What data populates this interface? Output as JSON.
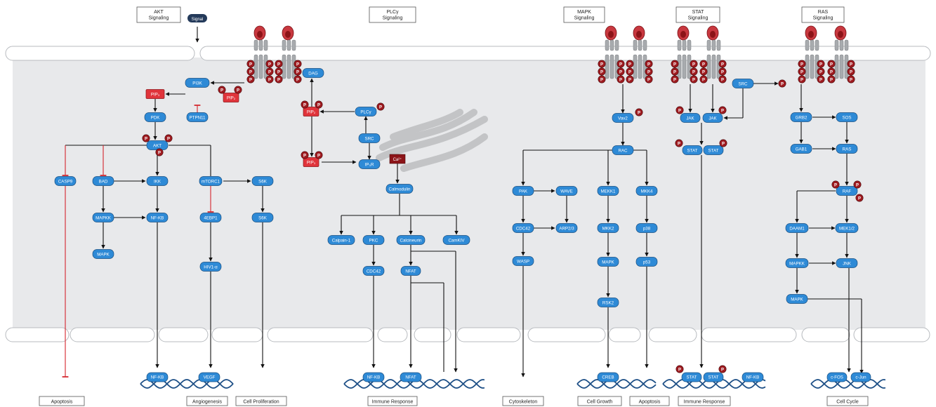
{
  "headers": [
    {
      "id": "akt",
      "lines": [
        "AKT",
        "Signaling"
      ]
    },
    {
      "id": "plc",
      "lines": [
        "PLCγ",
        "Signaling"
      ]
    },
    {
      "id": "mapk",
      "lines": [
        "MAPK",
        "Signaling"
      ]
    },
    {
      "id": "stat",
      "lines": [
        "STAT",
        "Signaling"
      ]
    },
    {
      "id": "ras",
      "lines": [
        "RAS",
        "Signaling"
      ]
    }
  ],
  "signal_label": "Signal",
  "phospho_label": "P",
  "calcium_label": "Ca²⁺",
  "nodes": {
    "pi3k": "PI3K",
    "pip3": "PIP₃",
    "pip2_akt": "PIP₂",
    "ptpn11": "PTPN11",
    "pdk": "PDK",
    "akt": "AKT",
    "casp9": "CASP9",
    "bad": "BAD",
    "ikk": "IKK",
    "mtorc1": "mTORC1",
    "s6k_a": "S6K",
    "mapkk_a": "MAPKK",
    "nfkb_a": "NF-KB",
    "ebp1": "4EBP1",
    "s6k_b": "S6K",
    "mapk_a": "MAPK",
    "hiv1a": "HIV1-α",
    "dag": "DAG",
    "pip2_plc": "PIP₂",
    "plcg": "PLCγ",
    "src_plc": "SRC",
    "pip3_plc": "PIP₃",
    "ip3r": "IP₃R",
    "calmodulin": "Calmodulin",
    "calpain": "Calpain-1",
    "pkc": "PKC",
    "calcineurin": "Calcineurin",
    "camkiv": "CamKIV",
    "cdc42_plc": "CDC42",
    "nfat": "NFAT",
    "vav2": "Vav2",
    "rac": "RAC",
    "pak": "PAK",
    "wave": "WAVE",
    "mekk1": "MEKK1",
    "mkk4": "MKK4",
    "cdc42_m": "CDC42",
    "arp23": "ARP2/3",
    "mkk2": "MKK2",
    "p38": "p38",
    "wasp": "WASP",
    "mapk_m": "MAPK",
    "p53": "p53",
    "rsk2": "RSK2",
    "src_stat": "SRC",
    "jak_l": "JAK",
    "jak_r": "JAK",
    "stat_l": "STAT",
    "stat_r": "STAT",
    "grb2": "GRB2",
    "sos": "SOS",
    "gab1": "GAB1",
    "ras": "RAS",
    "raf": "RAF",
    "daam1": "DAAM1",
    "mek12": "MEK1/2",
    "mapkk_r": "MAPKK",
    "jnk": "JNK",
    "mapk_r": "MAPK"
  },
  "dna_factors": [
    {
      "id": "nfkb_dna1",
      "label": "NF-KB"
    },
    {
      "id": "vegf_dna",
      "label": "VEGF"
    },
    {
      "id": "nfkb_dna2",
      "label": "NF-KB"
    },
    {
      "id": "nfat_dna",
      "label": "NFAT"
    },
    {
      "id": "creb_dna",
      "label": "CREB"
    },
    {
      "id": "stat_dna1",
      "label": "STAT"
    },
    {
      "id": "stat_dna2",
      "label": "STAT"
    },
    {
      "id": "nfkb_dna3",
      "label": "NF-KB"
    },
    {
      "id": "cfos_dna",
      "label": "c-FOS"
    },
    {
      "id": "cjun_dna",
      "label": "c-Jun"
    }
  ],
  "outcomes": [
    {
      "id": "apoptosis_1",
      "label": "Apoptosis"
    },
    {
      "id": "angiogenesis",
      "label": "Angiogenesis"
    },
    {
      "id": "cell_prolif",
      "label": "Cell Proliferation"
    },
    {
      "id": "immune_1",
      "label": "Immune Response"
    },
    {
      "id": "cytoskeleton",
      "label": "Cytoskeleton"
    },
    {
      "id": "cell_growth",
      "label": "Cell Growth"
    },
    {
      "id": "apoptosis_2",
      "label": "Apoptosis"
    },
    {
      "id": "immune_2",
      "label": "Immune Response"
    },
    {
      "id": "cell_cycle",
      "label": "Cell Cycle"
    }
  ],
  "colors": {
    "node_fill": "#2e8ad6",
    "node_stroke": "#1a4f80",
    "node_text": "#ffffff",
    "red_fill": "#e0343b",
    "dark_red": "#8c1418",
    "phospho": "#9e1a1f",
    "cytoplasm": "#e8e9eb",
    "membrane": "#ffffff",
    "membrane_stroke": "#b8bbbf",
    "receptor": "#a8abae",
    "receptor_dark": "#7d8083",
    "dna": "#1d4f86",
    "arrow": "#111111",
    "inhibit": "#d4252c",
    "golgi": "#c3c4c6",
    "signal": "#243a5a"
  }
}
